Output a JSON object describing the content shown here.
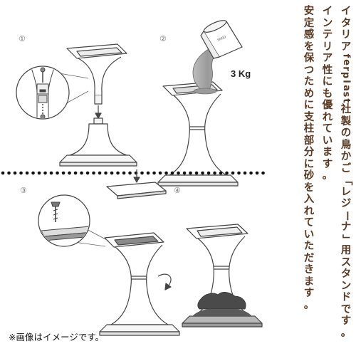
{
  "steps": {
    "s1": "①",
    "s2": "②",
    "s3": "③",
    "s4": "④"
  },
  "weight_label": "3 Kg",
  "bag_label": "SAND",
  "note": "※画像はイメージです。",
  "side_text": [
    "イタリアferplast社製の鳥かご「レジーナ」用スタンドです。",
    "インテリア性にも優れています。",
    "安定感を保つために支柱部分に砂を入れていただきます。"
  ],
  "colors": {
    "text_brown": "#5a3a22",
    "line": "#444444",
    "sand": "#a8a8a8",
    "sand_dark": "#4a4a4a"
  }
}
